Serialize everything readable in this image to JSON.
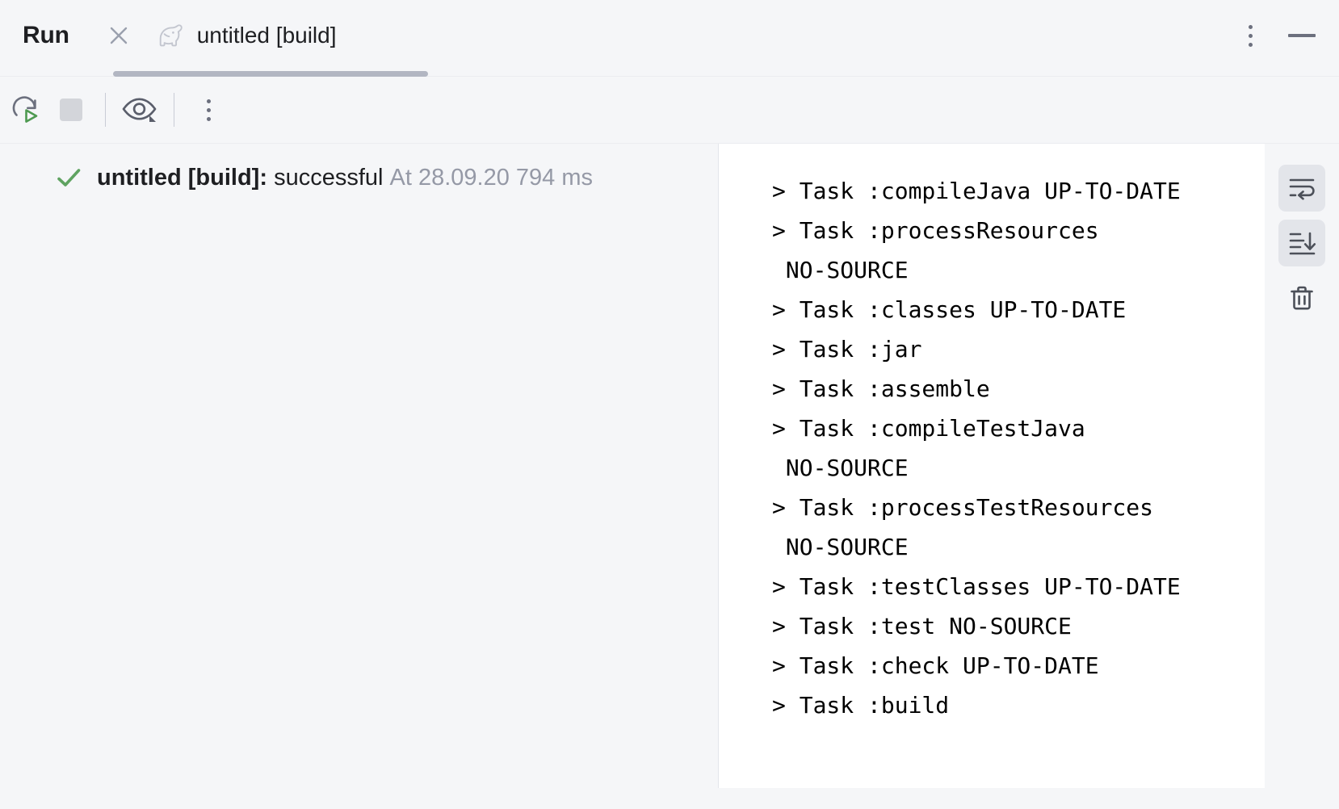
{
  "window": {
    "tool_title": "Run",
    "close_tab_icon": "close-icon",
    "more_menu_icon": "more-vertical-icon",
    "minimize_icon": "minimize-icon"
  },
  "tab": {
    "icon": "gradle-elephant-icon",
    "label": "untitled [build]",
    "selected": true
  },
  "toolbar": {
    "items": [
      {
        "name": "rerun-button",
        "icon": "rerun-icon",
        "tooltip": "Rerun",
        "enabled": true
      },
      {
        "name": "stop-button",
        "icon": "stop-square-icon",
        "tooltip": "Stop",
        "enabled": false
      },
      {
        "name": "toggle-view-button",
        "icon": "eye-dropdown-icon",
        "tooltip": "Show",
        "enabled": true
      },
      {
        "name": "toolbar-more-button",
        "icon": "more-vertical-icon",
        "tooltip": "More",
        "enabled": true
      }
    ]
  },
  "tree": {
    "rows": [
      {
        "status_icon": "check-icon",
        "status_color": "#5fa361",
        "name": "untitled [build]:",
        "result": "successful",
        "meta": "At 28.09.20 794 ms"
      }
    ]
  },
  "console": {
    "lines": [
      "> Task :compileJava UP-TO-DATE",
      "> Task :processResources",
      " NO-SOURCE",
      "> Task :classes UP-TO-DATE",
      "> Task :jar",
      "> Task :assemble",
      "> Task :compileTestJava",
      " NO-SOURCE",
      "> Task :processTestResources",
      " NO-SOURCE",
      "> Task :testClasses UP-TO-DATE",
      "> Task :test NO-SOURCE",
      "> Task :check UP-TO-DATE",
      "> Task :build"
    ]
  },
  "gutter": {
    "buttons": [
      {
        "name": "soft-wrap-button",
        "icon": "soft-wrap-icon",
        "active": true
      },
      {
        "name": "scroll-to-end-button",
        "icon": "scroll-to-end-icon",
        "active": true
      },
      {
        "name": "clear-all-button",
        "icon": "trash-icon",
        "active": false
      }
    ]
  },
  "scrollbar": {
    "name": "console-vertical-scrollbar"
  },
  "colors": {
    "background": "#f5f6f8",
    "console_background": "#ffffff",
    "text": "#1e1f22",
    "muted_text": "#9599a6",
    "icon": "#6c707e",
    "success_green": "#5fa361",
    "tab_underline": "#b2b6c2",
    "scrollbar_thumb": "#c4c6cc"
  }
}
